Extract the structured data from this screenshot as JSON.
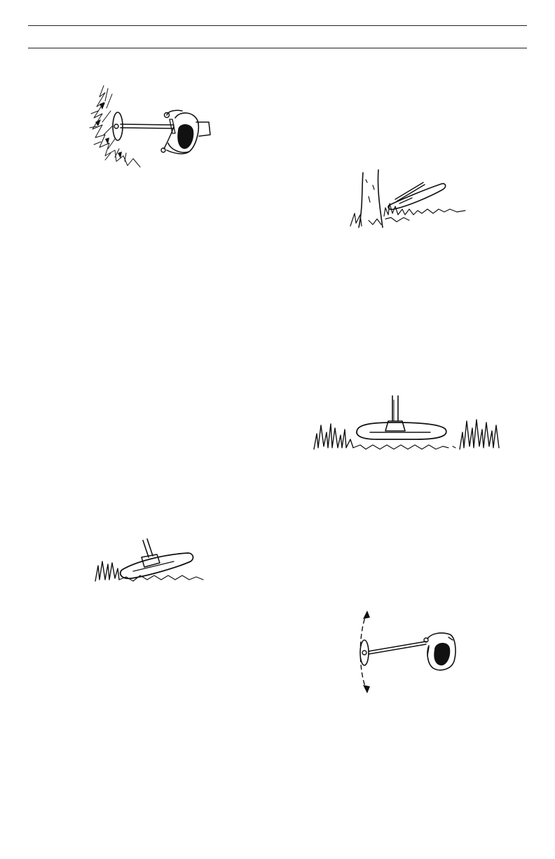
{
  "page": {
    "background": "#ffffff",
    "ink_color": "#111111"
  },
  "figures": [
    {
      "name": "trimming-against-bush-top-view",
      "icon": "operator-top-view-icon"
    },
    {
      "name": "trimming-around-tree-trunk",
      "icon": "trimmer-head-icon"
    },
    {
      "name": "scalping-level-head-side-view",
      "icon": "trimmer-head-icon"
    },
    {
      "name": "trimming-tilted-head-side-view",
      "icon": "trimmer-head-icon"
    },
    {
      "name": "sweeping-side-to-side-top-view",
      "icon": "operator-top-view-icon"
    }
  ]
}
